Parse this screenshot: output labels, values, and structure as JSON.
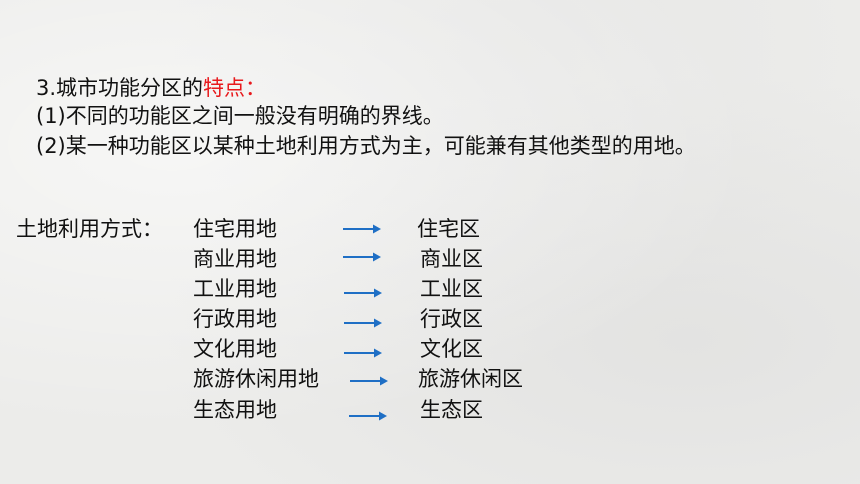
{
  "heading": {
    "prefix": "3.城市功能分区的",
    "highlight": "特点",
    "suffix": "：",
    "highlight_color": "#e8191c"
  },
  "points": [
    "(1)不同的功能区之间一般没有明确的界线。",
    "(2)某一种功能区以某种土地利用方式为主，可能兼有其他类型的用地。"
  ],
  "mapping": {
    "label": "土地利用方式：",
    "arrow_color": "#1f6fc5",
    "rows": [
      {
        "land_use": "住宅用地",
        "zone": "住宅区"
      },
      {
        "land_use": "商业用地",
        "zone": "商业区"
      },
      {
        "land_use": "工业用地",
        "zone": "工业区"
      },
      {
        "land_use": "行政用地",
        "zone": "行政区"
      },
      {
        "land_use": "文化用地",
        "zone": "文化区"
      },
      {
        "land_use": "旅游休闲用地",
        "zone": "旅游休闲区"
      },
      {
        "land_use": "生态用地",
        "zone": "生态区"
      }
    ]
  }
}
